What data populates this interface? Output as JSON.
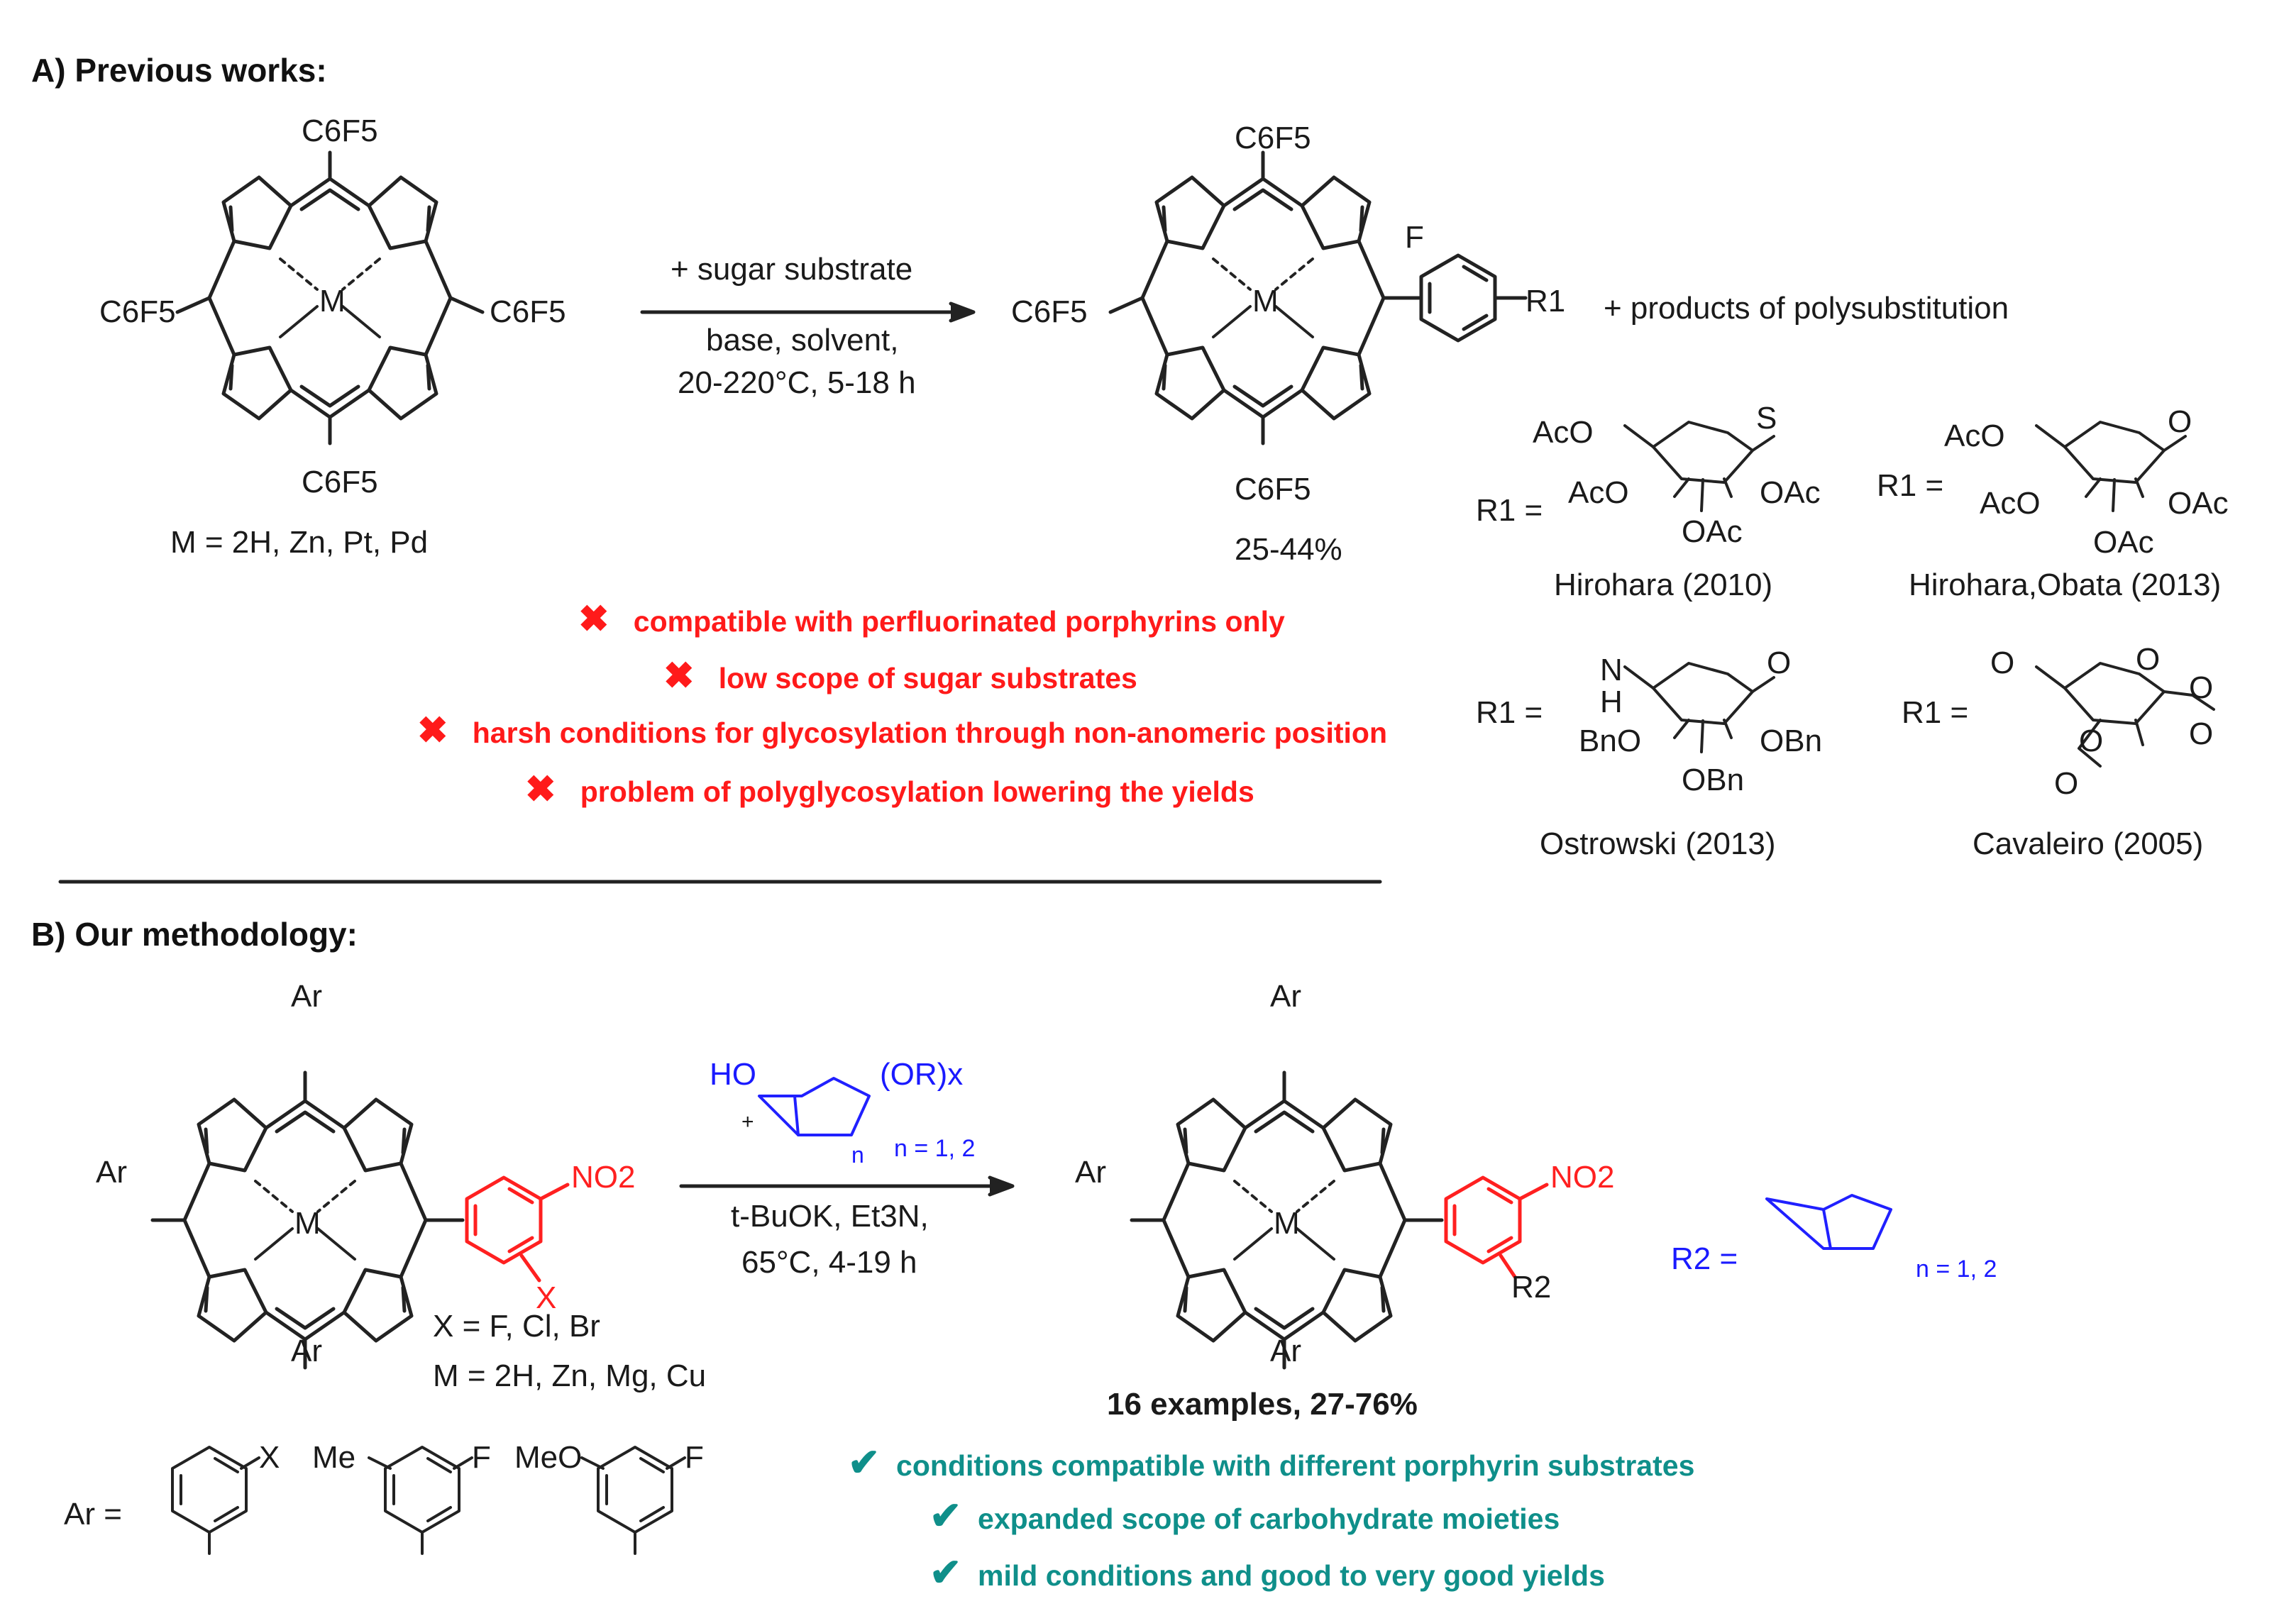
{
  "section_a": {
    "heading": "A) Previous works:",
    "start_meso_top": "C6F5",
    "start_meso_left": "C6F5",
    "start_meso_right": "C6F5",
    "start_meso_bottom": "C6F5",
    "start_metal": "M",
    "start_caption": "M = 2H, Zn, Pt, Pd",
    "reagent_line1": "+ sugar substrate",
    "reagent_line2": "base, solvent,",
    "reagent_line3": "20-220°C, 5-18 h",
    "product_meso_top": "C6F5",
    "product_meso_left": "C6F5",
    "product_meso_bottom": "C6F5",
    "product_metal": "M",
    "product_aryl_F": "F",
    "product_aryl_sub": "R1",
    "yield": "25-44%",
    "side_products": "+ products of polysubstitution",
    "r1_label": "R1 =",
    "sugars": [
      {
        "ref": "Hirohara (2010)",
        "groups": [
          "AcO",
          "S",
          "AcO",
          "OAc",
          "OAc"
        ]
      },
      {
        "ref": "Hirohara,Obata (2013)",
        "groups": [
          "AcO",
          "O",
          "AcO",
          "OAc",
          "OAc"
        ]
      },
      {
        "ref": "Ostrowski (2013)",
        "groups": [
          "N",
          "H",
          "O",
          "BnO",
          "OBn",
          "OBn"
        ]
      },
      {
        "ref": "Cavaleiro (2005)",
        "groups": [
          "O",
          "O",
          "O",
          "O",
          "O",
          "O"
        ]
      }
    ],
    "drawbacks": [
      "compatible with perfluorinated porphyrins only",
      "low scope of sugar substrates",
      "harsh conditions for glycosylation through non-anomeric position",
      "problem of polyglycosylation lowering the yields"
    ]
  },
  "section_b": {
    "heading": "B) Our methodology:",
    "meso": "Ar",
    "metal": "M",
    "nitro": "NO2",
    "halogen": "X",
    "start_caption_x": "X = F, Cl, Br",
    "start_caption_m": "M = 2H, Zn, Mg, Cu",
    "reagent_ho": "HO",
    "reagent_plus": "+",
    "reagent_or": "(OR)x",
    "reagent_n": "n",
    "reagent_n_values": "n = 1, 2",
    "cond_line1": "t-BuOK, Et3N,",
    "cond_line2": "65°C, 4-19 h",
    "product_sub": "R2",
    "r2_label": "R2 =",
    "r2_n_values": "n = 1, 2",
    "result": "16 examples, 27-76%",
    "ar_label": "Ar =",
    "ar_groups": [
      "X",
      "Me",
      "F",
      "MeO",
      "F"
    ],
    "advantages": [
      "conditions compatible with different porphyrin substrates",
      "expanded scope of carbohydrate moieties",
      "mild conditions and good to very good yields"
    ]
  },
  "colors": {
    "drawback": "#ff1a1a",
    "advantage": "#0f8f8a",
    "sugar": "#1a1aff",
    "aryl": "#ff1a1a",
    "ink": "#1a1a1a"
  }
}
